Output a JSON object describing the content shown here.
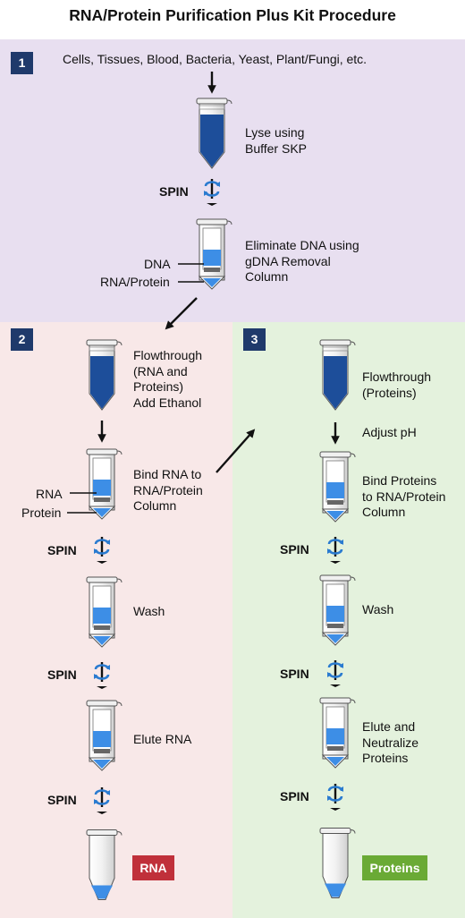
{
  "title": "RNA/Protein Purification Plus Kit Procedure",
  "steps": [
    "1",
    "2",
    "3"
  ],
  "section1": {
    "sources": "Cells, Tissues, Blood, Bacteria, Yeast, Plant/Fungi, etc.",
    "lyse": "Lyse using\nBuffer SKP",
    "eliminate": "Eliminate DNA using\ngDNA Removal\nColumn",
    "label_dna": "DNA",
    "label_rna_protein": "RNA/Protein"
  },
  "section2": {
    "flowthrough": "Flowthrough\n(RNA and\nProteins)\nAdd Ethanol",
    "bind": "Bind RNA to\nRNA/Protein\nColumn",
    "label_rna": "RNA",
    "label_protein": "Protein",
    "wash": "Wash",
    "elute": "Elute RNA",
    "result": "RNA"
  },
  "section3": {
    "flowthrough": "Flowthrough\n(Proteins)",
    "adjust": "Adjust pH",
    "bind": "Bind Proteins\nto RNA/Protein\nColumn",
    "wash": "Wash",
    "elute": "Elute and\nNeutralize\nProteins",
    "result": "Proteins"
  },
  "spin_label": "SPIN",
  "colors": {
    "panel1": "#e8dff0",
    "panel2": "#f8e8e8",
    "panel3": "#e4f2dd",
    "step_badge": "#1f3a6b",
    "rna_badge": "#c0303a",
    "proteins_badge": "#6aaa35",
    "dark_liquid": "#1d4e9a",
    "light_liquid": "#3d8ee6"
  }
}
